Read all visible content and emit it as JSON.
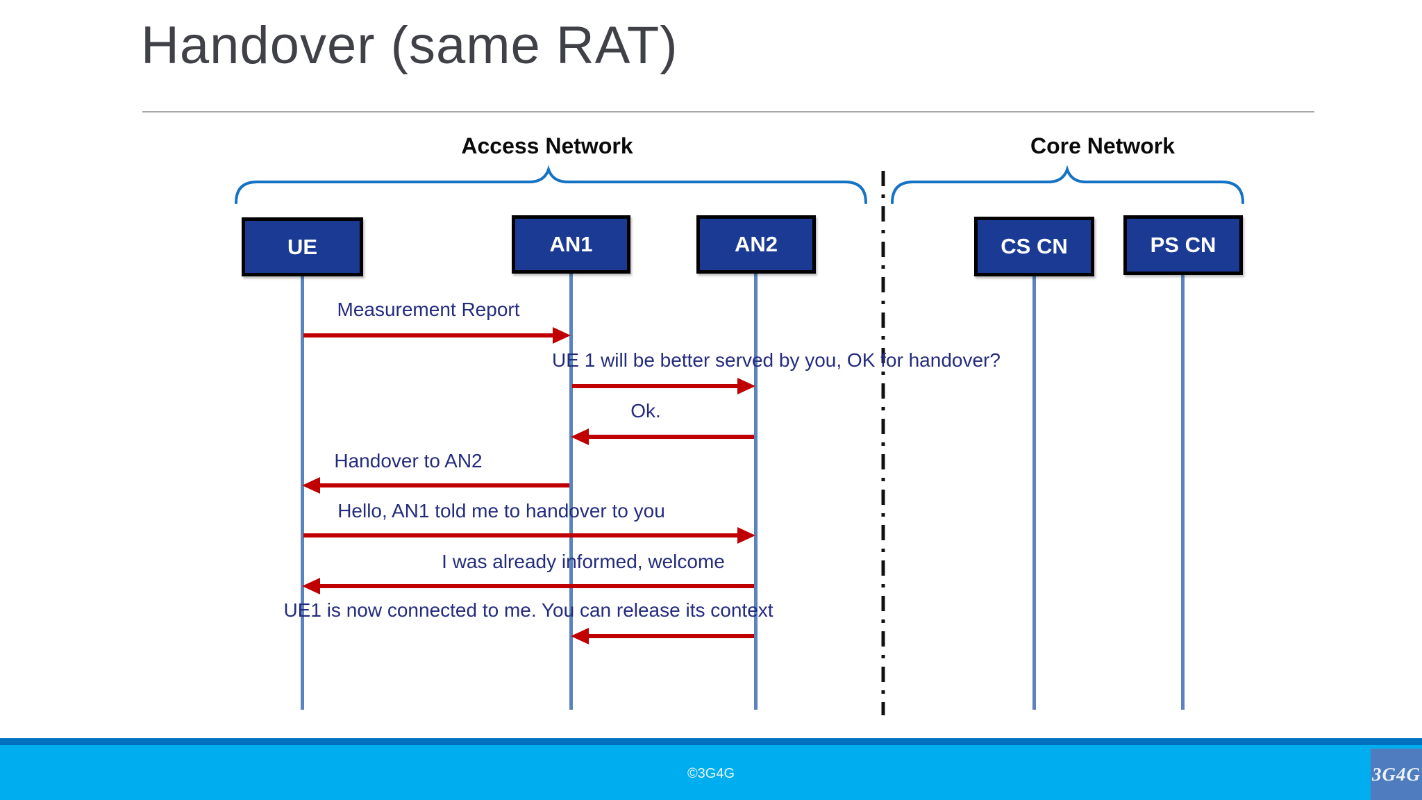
{
  "slide": {
    "title": "Handover (same RAT)",
    "footer": {
      "copyright": "©3G4G",
      "logo_text": "3G4G"
    }
  },
  "groups": {
    "access": {
      "label": "Access Network"
    },
    "core": {
      "label": "Core Network"
    }
  },
  "entities": [
    {
      "id": "ue",
      "label": "UE"
    },
    {
      "id": "an1",
      "label": "AN1"
    },
    {
      "id": "an2",
      "label": "AN2"
    },
    {
      "id": "cscn",
      "label": "CS CN"
    },
    {
      "id": "pscn",
      "label": "PS CN"
    }
  ],
  "messages": [
    {
      "seq": 1,
      "from": "UE",
      "to": "AN1",
      "direction": "right",
      "label": "Measurement Report"
    },
    {
      "seq": 2,
      "from": "AN1",
      "to": "AN2",
      "direction": "right",
      "label": "UE 1 will be better served by you, OK for handover?"
    },
    {
      "seq": 3,
      "from": "AN2",
      "to": "AN1",
      "direction": "left",
      "label": "Ok."
    },
    {
      "seq": 4,
      "from": "AN1",
      "to": "UE",
      "direction": "left",
      "label": "Handover to AN2"
    },
    {
      "seq": 5,
      "from": "UE",
      "to": "AN2",
      "direction": "right",
      "label": "Hello, AN1 told me to handover to you"
    },
    {
      "seq": 6,
      "from": "AN2",
      "to": "UE",
      "direction": "left",
      "label": "I was already informed, welcome"
    },
    {
      "seq": 7,
      "from": "AN2",
      "to": "AN1",
      "direction": "left",
      "label": "UE1 is now connected to me. You can release its context"
    }
  ],
  "colors": {
    "entity_fill": "#1a3a94",
    "entity_border": "#000000",
    "lifeline": "#5b84be",
    "arrow": "#c00000",
    "message_text": "#232b7d",
    "brace": "#1673c4",
    "separator": "#111111",
    "title_text": "#3f4147",
    "footer_strip": "#0070c0",
    "footer_bar": "#00aeef",
    "logo_fill": "#4e7cbe"
  }
}
